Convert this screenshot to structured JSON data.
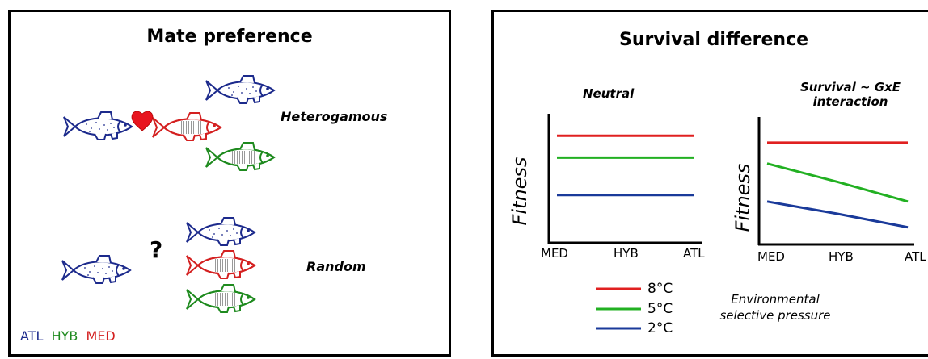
{
  "left_panel": {
    "title": "Mate preference",
    "heterogamous_label": "Heterogamous",
    "random_label": "Random",
    "question_mark": "?",
    "heart_icon": "heart-icon",
    "legend": [
      {
        "label": "ATL",
        "color": "#1c2a8c"
      },
      {
        "label": "HYB",
        "color": "#1e8a1e"
      },
      {
        "label": "MED",
        "color": "#d42020"
      }
    ]
  },
  "right_panel": {
    "title": "Survival difference",
    "temperature_legend_title": "Environmental selective pressure",
    "temperature_legend_lines": [
      "Environmental",
      "selective pressure"
    ]
  },
  "chart_data": [
    {
      "type": "line",
      "title": "Neutral",
      "ylabel": "Fitness",
      "xlabel": "",
      "categories": [
        "MED",
        "HYB",
        "ATL"
      ],
      "ylim": [
        0,
        10
      ],
      "series": [
        {
          "name": "8°C",
          "color": "#e02020",
          "values": [
            8.3,
            8.3,
            8.3
          ]
        },
        {
          "name": "5°C",
          "color": "#22b022",
          "values": [
            6.6,
            6.6,
            6.6
          ]
        },
        {
          "name": "2°C",
          "color": "#1a3a9a",
          "values": [
            3.7,
            3.7,
            3.7
          ]
        }
      ]
    },
    {
      "type": "line",
      "title": "Survival ~ GxE interaction",
      "title_lines": [
        "Survival ~ GxE",
        "interaction"
      ],
      "ylabel": "Fitness",
      "xlabel": "",
      "categories": [
        "MED",
        "HYB",
        "ATL"
      ],
      "ylim": [
        0,
        10
      ],
      "series": [
        {
          "name": "8°C",
          "color": "#e02020",
          "values": [
            8.3,
            8.3,
            8.3
          ]
        },
        {
          "name": "5°C",
          "color": "#22b022",
          "values": [
            6.6,
            5.1,
            3.5
          ]
        },
        {
          "name": "2°C",
          "color": "#1a3a9a",
          "values": [
            3.5,
            2.5,
            1.4
          ]
        }
      ]
    }
  ]
}
